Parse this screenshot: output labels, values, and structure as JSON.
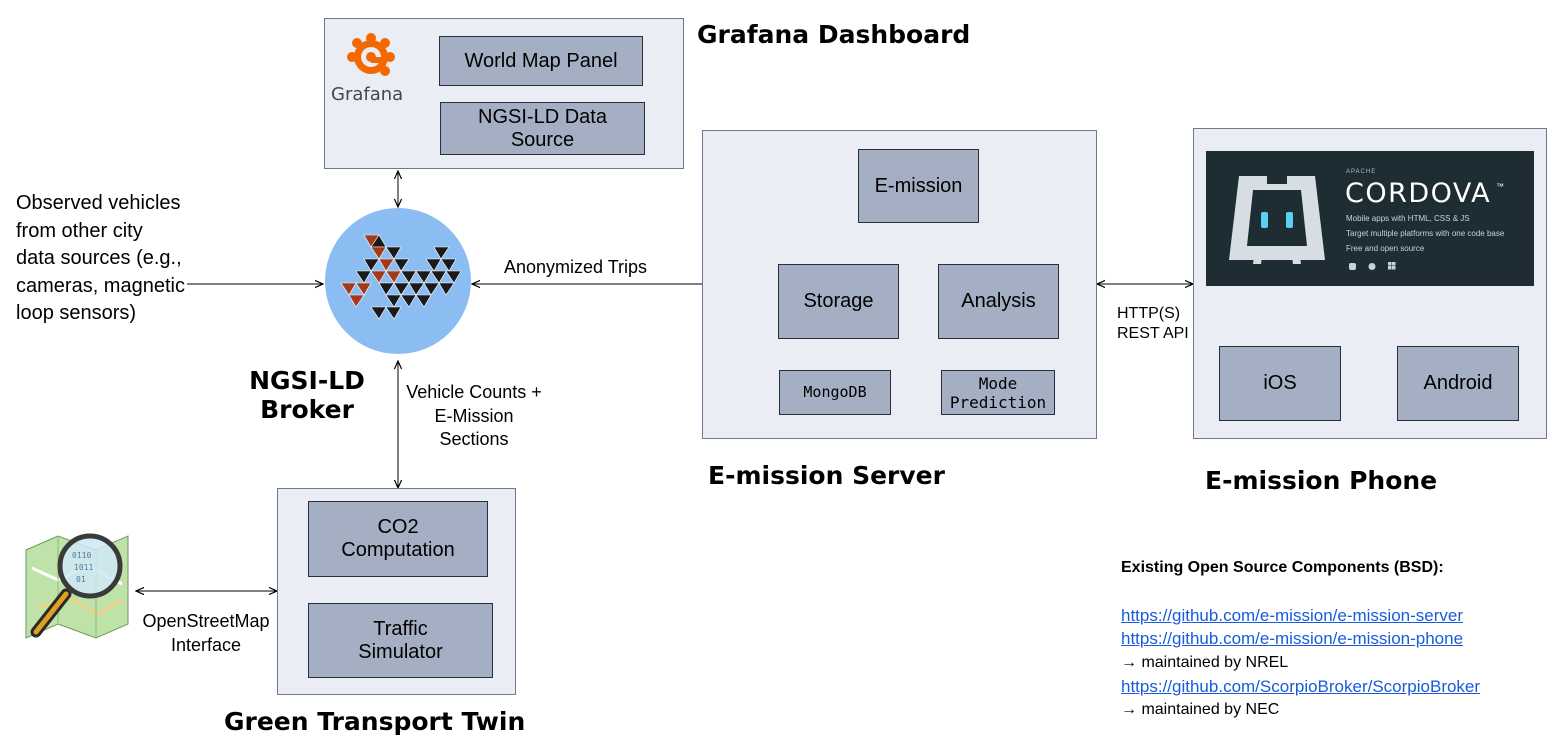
{
  "grafana": {
    "title": "Grafana Dashboard",
    "logo_text": "Grafana",
    "world_map_panel": "World Map Panel",
    "ngsi_ld_data_source": "NGSI-LD Data Source"
  },
  "broker": {
    "title": "NGSI-LD Broker"
  },
  "observed_text": "Observed vehicles from other city data sources (e.g., cameras, magnetic loop sensors)",
  "anonymized_trips": "Anonymized Trips",
  "vehicle_counts": "Vehicle Counts + E-Mission Sections",
  "server": {
    "title": "E-mission Server",
    "emission": "E-mission",
    "storage": "Storage",
    "analysis": "Analysis",
    "mongodb": "MongoDB",
    "mode_prediction": "Mode Prediction"
  },
  "http_label": "HTTP(S) REST API",
  "phone": {
    "title": "E-mission Phone",
    "ios": "iOS",
    "android": "Android",
    "cordova": {
      "apache": "APACHE",
      "name": "CORDOVA",
      "tm": "™",
      "line1": "Mobile apps with HTML, CSS & JS",
      "line2": "Target multiple platforms with one code base",
      "line3": "Free and open source"
    }
  },
  "twin": {
    "title": "Green Transport Twin",
    "co2": "CO2 Computation",
    "traffic": "Traffic Simulator"
  },
  "osm_label": "OpenStreetMap Interface",
  "components": {
    "heading": "Existing Open Source Components (BSD):",
    "link1": "https://github.com/e-mission/e-mission-server",
    "link2": "https://github.com/e-mission/e-mission-phone",
    "note1": "→ maintained by NREL",
    "link3": "https://github.com/ScorpioBroker/ScorpioBroker",
    "note2": "→ maintained by NEC"
  },
  "colors": {
    "panel_bg": "#eaedf4",
    "box_fill": "#a4afc4",
    "broker_circle": "#8bbcf2",
    "link": "#1a5bdb",
    "cordova_bg": "#1e2c34",
    "grafana_orange": "#f46800"
  },
  "icons": [
    "grafana-logo-icon",
    "ngsi-ld-broker-icon",
    "cordova-logo-icon",
    "openstreetmap-icon"
  ]
}
